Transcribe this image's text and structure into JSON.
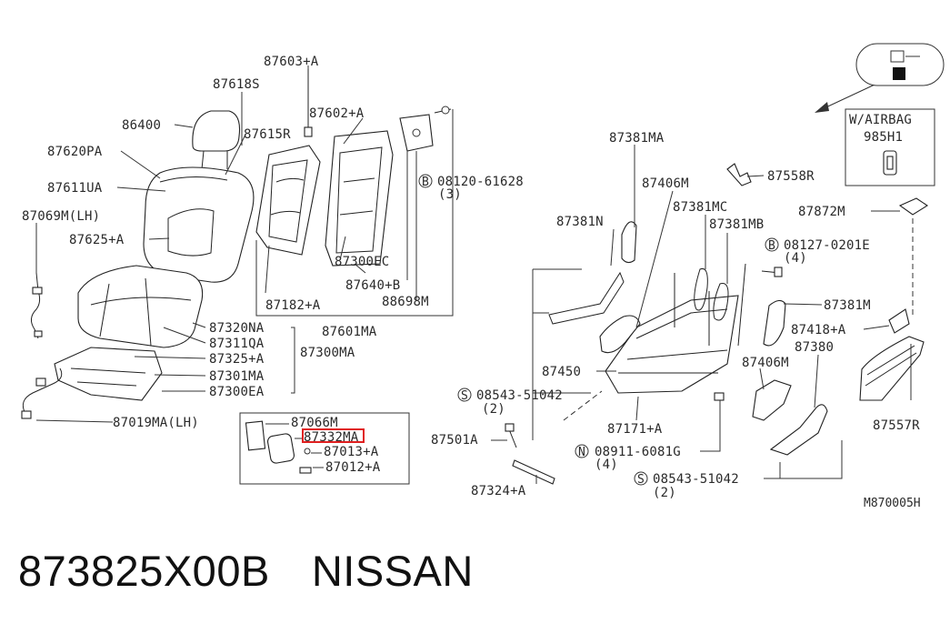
{
  "labels": {
    "l87603A": "87603+A",
    "l87618S": "87618S",
    "l86400": "86400",
    "l87602A": "87602+A",
    "l87615R": "87615R",
    "l87620PA": "87620PA",
    "l87611UA": "87611UA",
    "l87069M": "87069M(LH)",
    "l87625A": "87625+A",
    "l08120": "08120-61628",
    "l08120q": "(3)",
    "l87300EC": "87300EC",
    "l87640B": "87640+B",
    "l87182A": "87182+A",
    "l88698M": "88698M",
    "l87601MA": "87601MA",
    "l87320NA": "87320NA",
    "l87311QA": "87311QA",
    "l87300MA": "87300MA",
    "l87325A": "87325+A",
    "l87301MA": "87301MA",
    "l87300EA": "87300EA",
    "l87019MA": "87019MA(LH)",
    "l87066M": "87066M",
    "l87332MA": "87332MA",
    "l87013A": "87013+A",
    "l87012A": "87012+A",
    "l87381MA_top": "87381MA",
    "l87406M_top": "87406M",
    "l87381N": "87381N",
    "l87381MC": "87381MC",
    "l87381MB": "87381MB",
    "l87558R": "87558R",
    "l87872M": "87872M",
    "l08127": "08127-0201E",
    "l08127q": "(4)",
    "l87381M": "87381M",
    "l87418A": "87418+A",
    "l87380": "87380",
    "l87450": "87450",
    "l87406M_bot": "87406M",
    "l08543a": "08543-51042",
    "l08543aq": "(2)",
    "l87171A": "87171+A",
    "l87501A": "87501A",
    "l08911": "08911-6081G",
    "l08911q": "(4)",
    "l87557R": "87557R",
    "l08543b": "08543-51042",
    "l08543bq": "(2)",
    "l87324A": "87324+A",
    "airbag_title": "W/AIRBAG",
    "airbag_code": "985H1",
    "ref_code": "M870005H",
    "prefix_B": "B",
    "prefix_S": "S",
    "prefix_N": "N"
  },
  "footer": {
    "part_number": "873825X00B",
    "brand": "NISSAN"
  },
  "highlight_color": "#e02020"
}
